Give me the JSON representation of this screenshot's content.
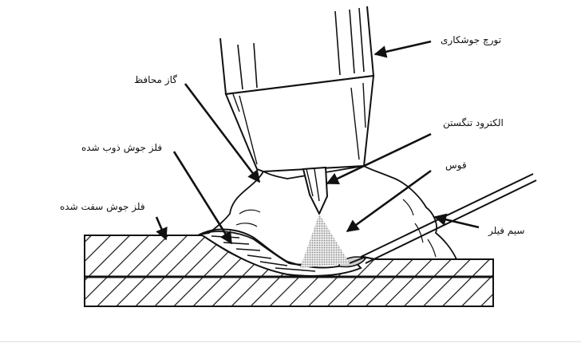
{
  "diagram": {
    "labels": {
      "torch": "تورچ جوشکاری",
      "shield_gas": "گاز محافظ",
      "electrode": "الکترود تنگستن",
      "molten_metal": "فلز جوش ذوب شده",
      "arc": "قوس",
      "solid_metal": "فلز جوش سفت شده",
      "filler_wire": "سیم فیلر"
    },
    "colors": {
      "line": "#111111",
      "arc_fill": "#c8c8c8",
      "background": "#ffffff"
    }
  }
}
